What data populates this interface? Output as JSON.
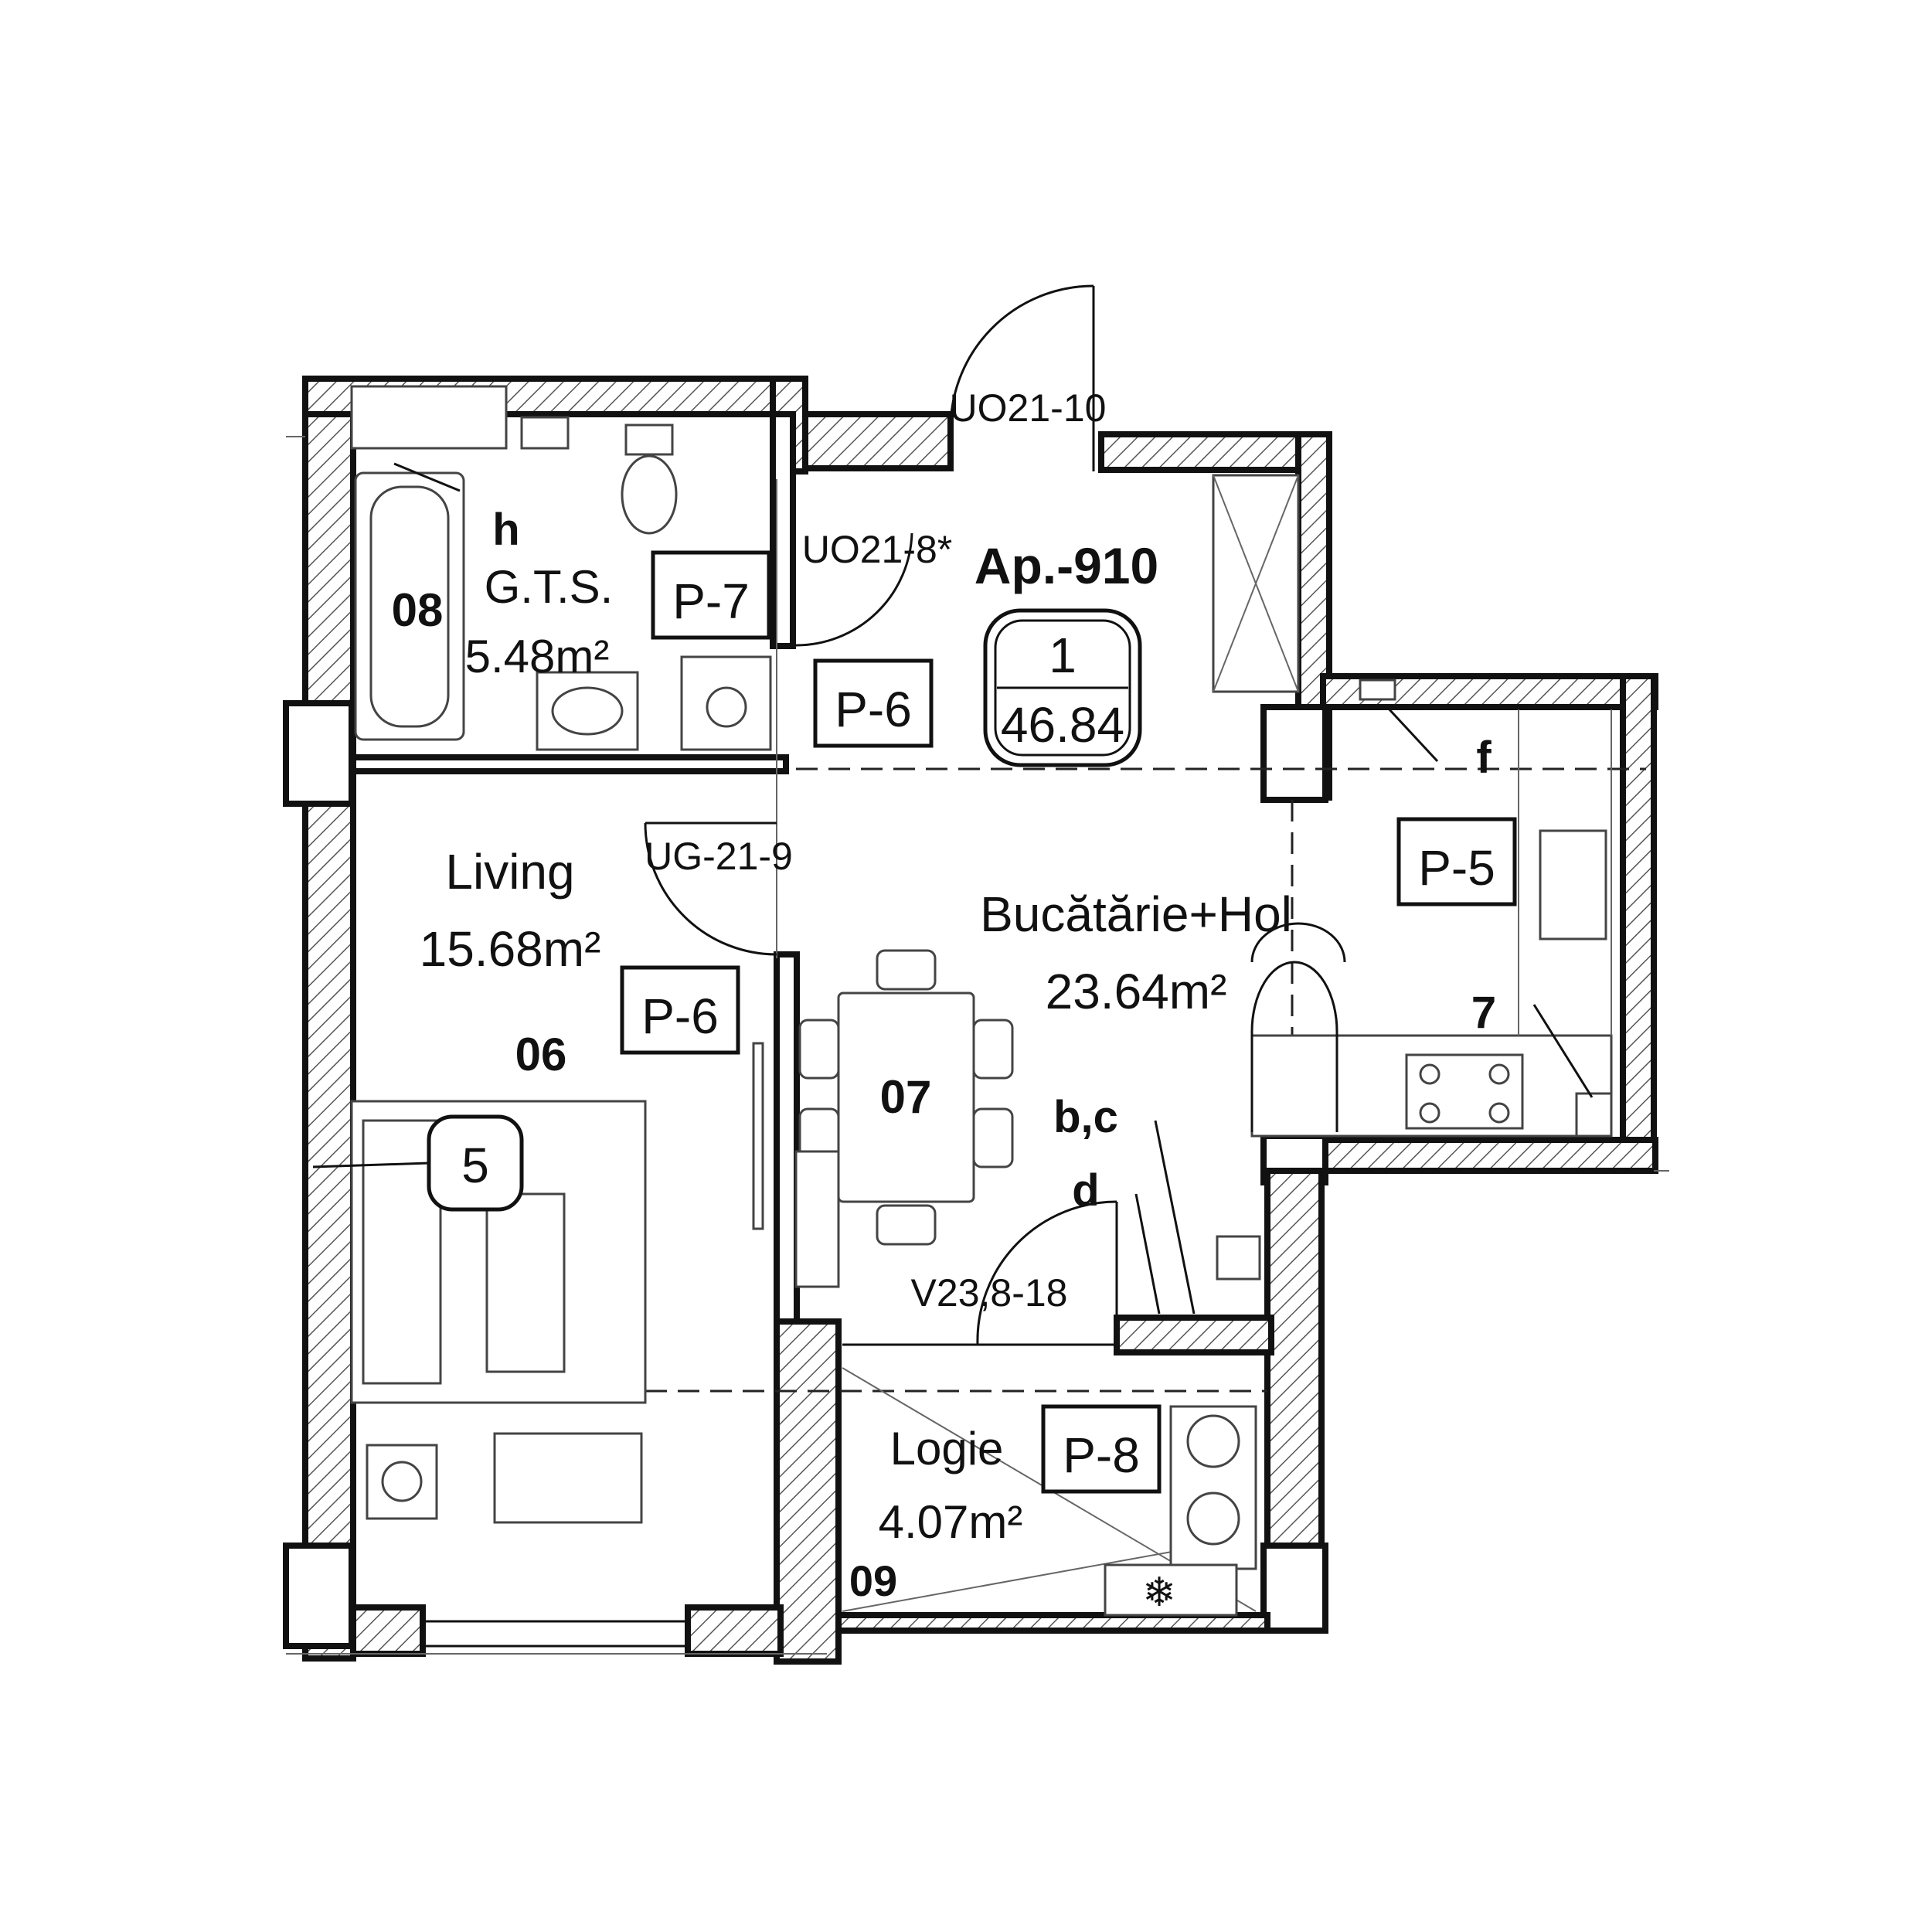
{
  "apartment": {
    "name": "Ap.-910",
    "rooms_count": "1",
    "total_area": "46.84",
    "entrance_door": "UO21-10"
  },
  "rooms": [
    {
      "id": "08",
      "name": "G.T.S.",
      "area": "5.48m²",
      "tag": "P-7",
      "door": "UO21-8*"
    },
    {
      "id": "06",
      "name": "Living",
      "area": "15.68m²",
      "tag": "P-6",
      "door": "UG-21-9"
    },
    {
      "id": "07",
      "name": "Bucătărie+Hol",
      "area": "23.64m²",
      "tag_hall": "P-6",
      "tag_kitchen": "P-5"
    },
    {
      "id": "09",
      "name": "Logie",
      "area": "4.07m²",
      "tag": "P-8",
      "door": "V23,8-18"
    }
  ],
  "markers": {
    "h": "h",
    "f": "f",
    "bc": "b,c",
    "d": "d",
    "seven": "7",
    "five": "5"
  }
}
